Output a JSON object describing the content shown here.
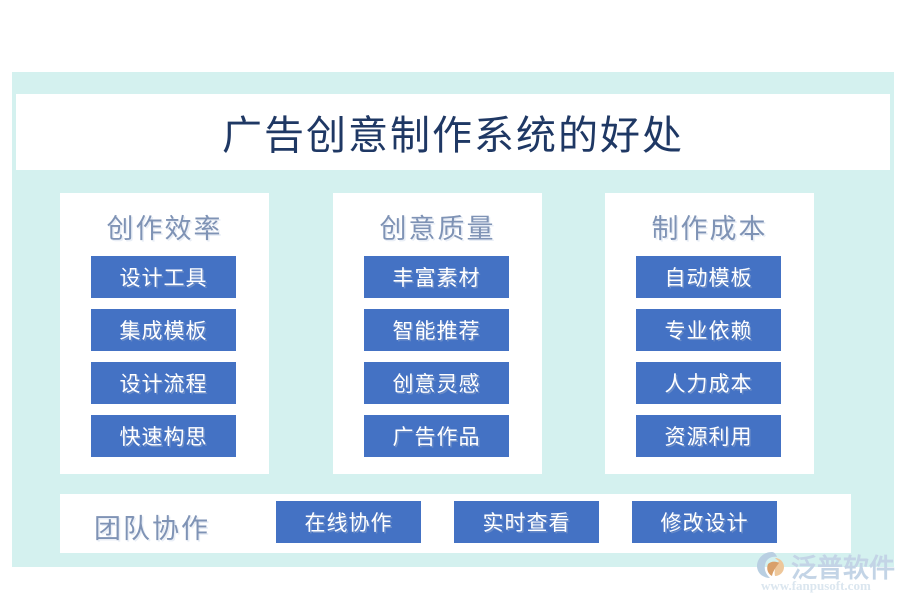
{
  "title": "广告创意制作系统的好处",
  "colors": {
    "panel_background": "#d4f1ef",
    "card_background": "#ffffff",
    "chip_blue": "#4472c4",
    "title_navy": "#1f3864",
    "heading_slate": "#7f93b5",
    "chip_text": "#ffffff"
  },
  "categories": [
    {
      "heading": "创作效率",
      "items": [
        "设计工具",
        "集成模板",
        "设计流程",
        "快速构思"
      ]
    },
    {
      "heading": "创意质量",
      "items": [
        "丰富素材",
        "智能推荐",
        "创意灵感",
        "广告作品"
      ]
    },
    {
      "heading": "制作成本",
      "items": [
        "自动模板",
        "专业依赖",
        "人力成本",
        "资源利用"
      ]
    }
  ],
  "footer": {
    "heading": "团队协作",
    "items": [
      "在线协作",
      "实时查看",
      "修改设计"
    ]
  },
  "watermark": {
    "brand": "泛普软件",
    "url": "www.fanpusoft.com",
    "logo_icon": "fanpu-swirl-logo-icon"
  }
}
